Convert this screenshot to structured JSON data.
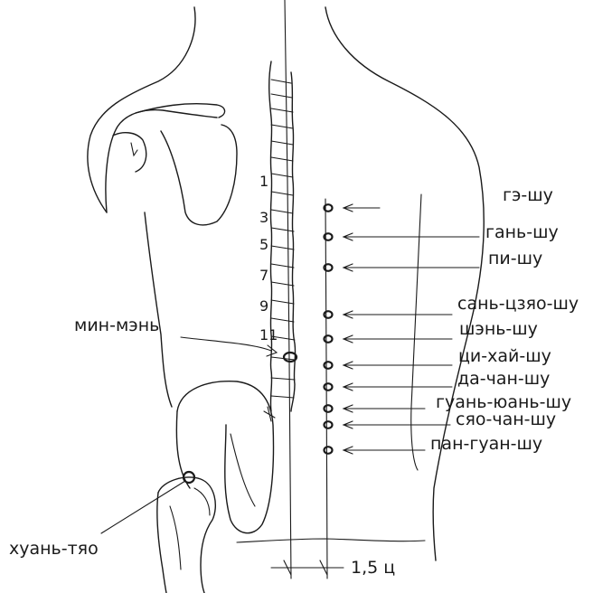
{
  "points": [
    {
      "label": "гэ-шу"
    },
    {
      "label": "гань-шу"
    },
    {
      "label": "пи-шу"
    },
    {
      "label": "сань-цзяо-шу"
    },
    {
      "label": "шэнь-шу"
    },
    {
      "label": "ци-хай-шу"
    },
    {
      "label": "да-чан-шу"
    },
    {
      "label": "гуань-юань-шу"
    },
    {
      "label": "сяо-чан-шу"
    },
    {
      "label": "пан-гуан-шу"
    }
  ],
  "vertebra_numbers": [
    "1",
    "3",
    "5",
    "7",
    "9",
    "11"
  ],
  "left_labels": {
    "ming_men": "мин-мэнь",
    "huan_tiao": "хуань-тяо"
  },
  "measure_label": "1,5 ц"
}
